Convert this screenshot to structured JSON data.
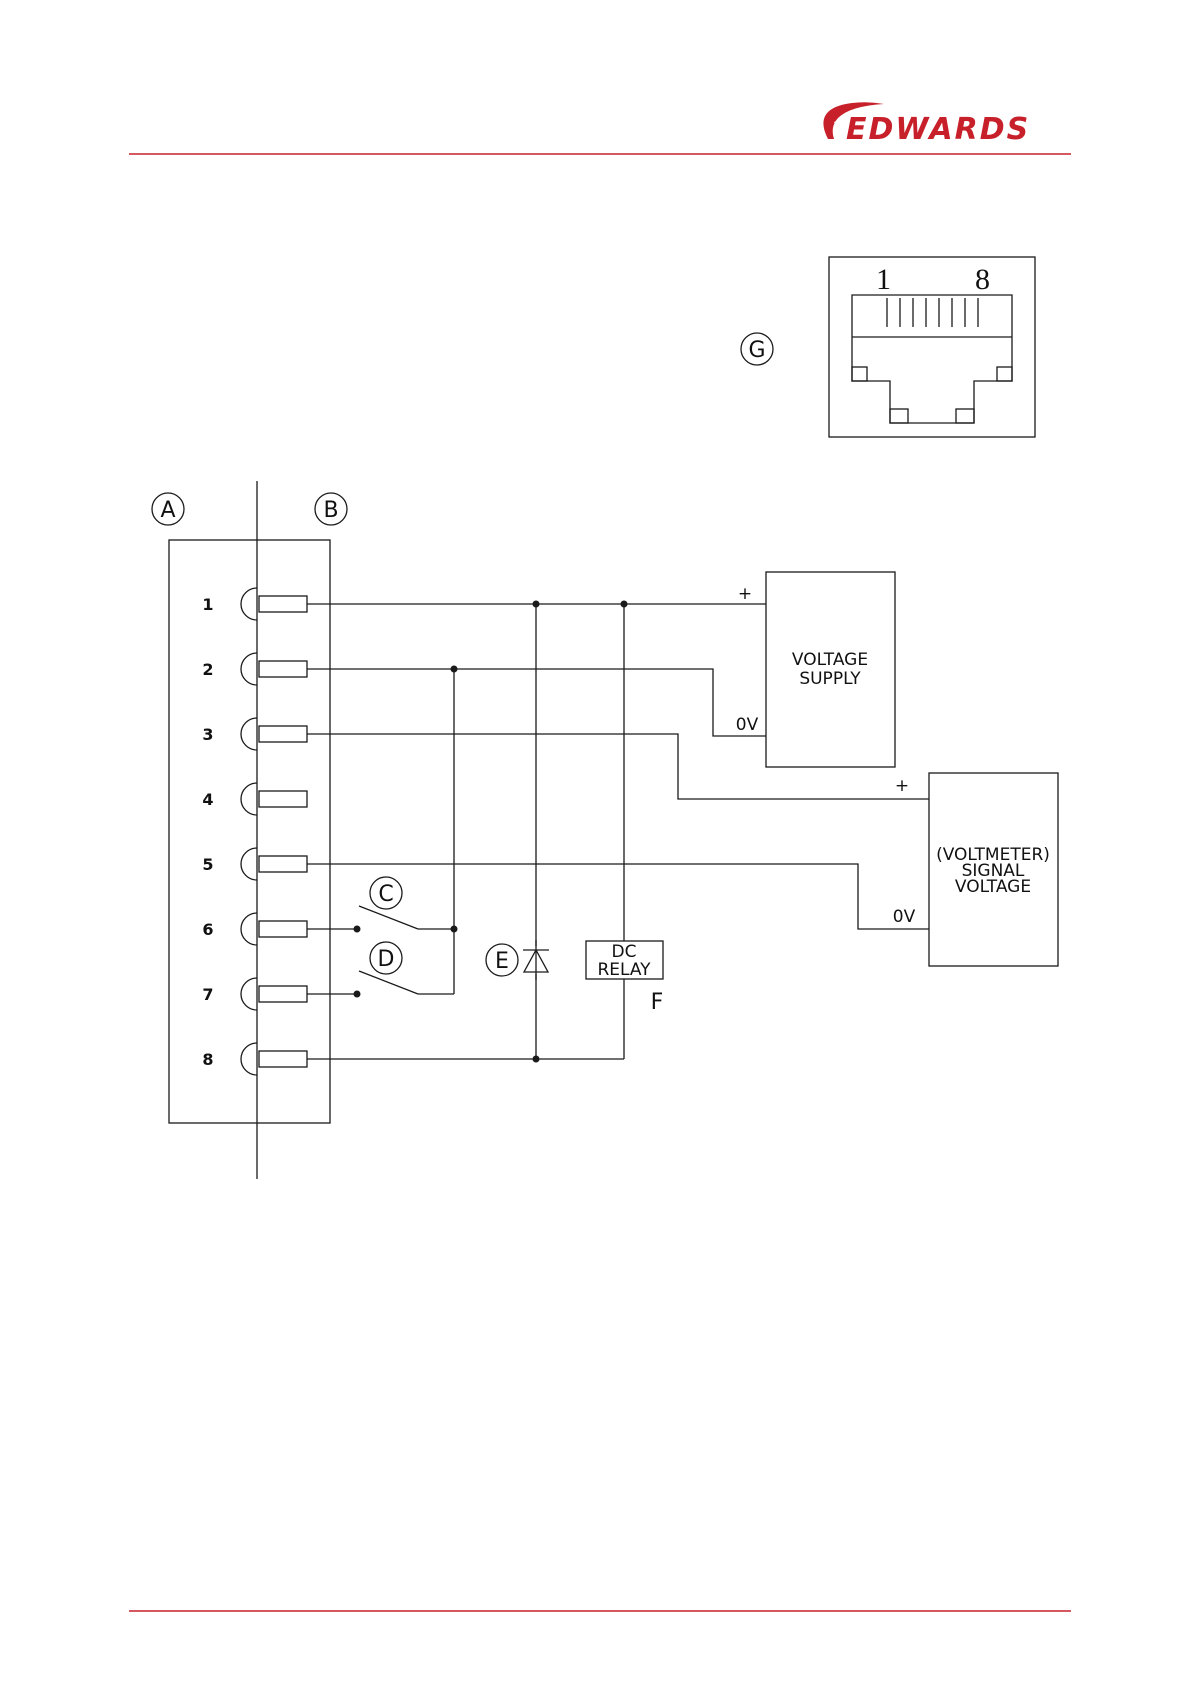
{
  "header": {
    "brand": "EDWARDS",
    "accent_color": "#c8202a"
  },
  "connector": {
    "pin_first": "1",
    "pin_last": "8"
  },
  "callouts": {
    "a": "A",
    "b": "B",
    "c": "C",
    "d": "D",
    "e": "E",
    "f": "F",
    "g": "G"
  },
  "pins": [
    "1",
    "2",
    "3",
    "4",
    "5",
    "6",
    "7",
    "8"
  ],
  "voltage_supply": {
    "line1": "VOLTAGE",
    "line2": "SUPPLY",
    "plus": "+",
    "zero": "0V"
  },
  "voltmeter": {
    "line1": "(VOLTMETER)",
    "line2": "SIGNAL",
    "line3": "VOLTAGE",
    "plus": "+",
    "zero": "0V"
  },
  "relay": {
    "line1": "DC",
    "line2": "RELAY"
  }
}
